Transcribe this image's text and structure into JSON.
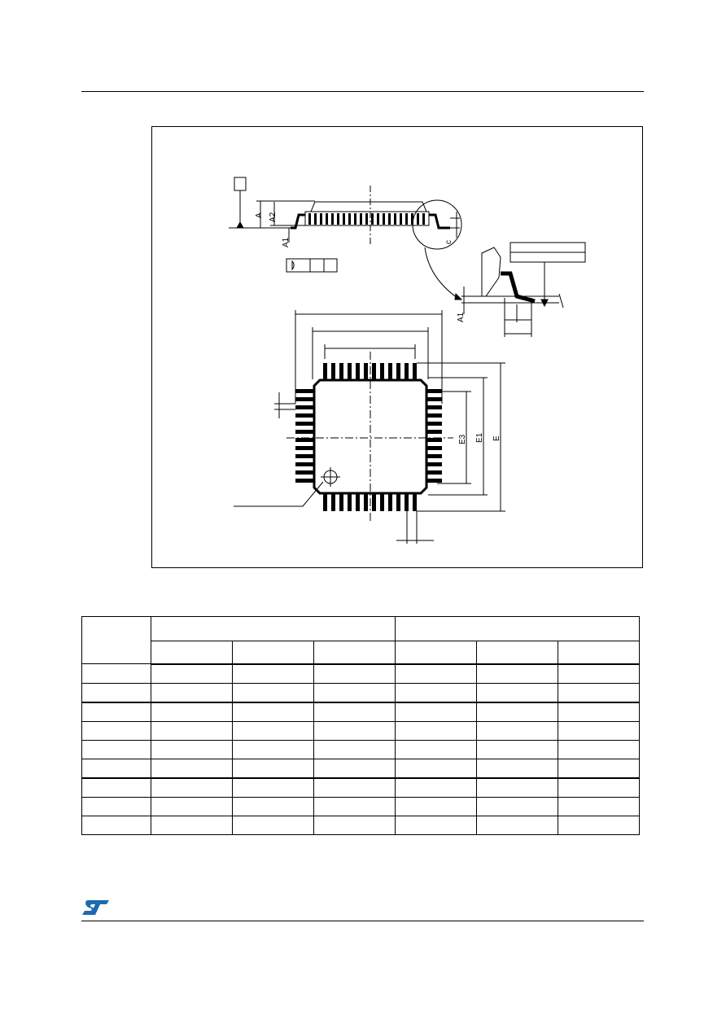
{
  "figure": {
    "labels": {
      "a": "A",
      "a2": "A2",
      "a1_side": "A1",
      "c": "c",
      "a1_detail": "A1",
      "e3": "E3",
      "e1": "E1",
      "e": "E"
    }
  },
  "colors": {
    "ink": "#000000",
    "package_fill": "#ffffff",
    "pin_fill": "#000000"
  },
  "table": {
    "rows": 11,
    "columns": 7
  },
  "footer": {
    "logo": "ST"
  }
}
